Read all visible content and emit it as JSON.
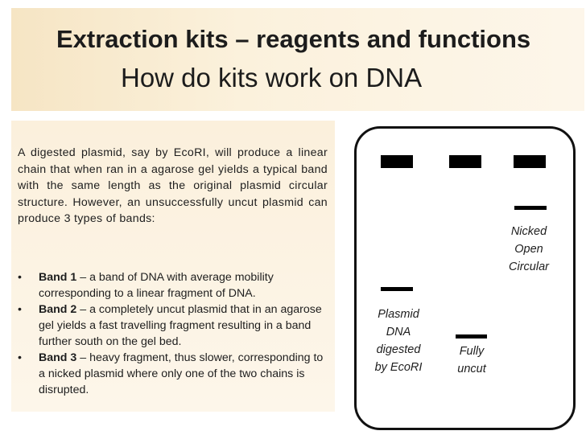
{
  "title": {
    "line1": "Extraction kits – reagents and functions",
    "line2": "How do kits work on DNA"
  },
  "intro": "A digested plasmid, say by EcoRI, will produce a linear chain that when ran in a agarose gel yields a typical band with the same length as the original plasmid circular structure. However, an unsuccessfully uncut plasmid can produce 3 types of bands:",
  "bullets": [
    {
      "bullet": "•",
      "label": "Band 1",
      "text": " – a band of DNA with average mobility corresponding to a linear fragment of DNA."
    },
    {
      "bullet": "•",
      "label": "Band 2",
      "text": " – a completely uncut plasmid that in an agarose gel yields a fast travelling fragment resulting in a band further south on the gel bed."
    },
    {
      "bullet": "•",
      "label": "Band 3",
      "text": " – heavy fragment, thus slower, corresponding to a nicked plasmid where only one of the two chains is disrupted."
    }
  ],
  "gel": {
    "lanes": [
      {
        "label_lines": [
          "Plasmid",
          "DNA",
          "digested",
          "by EcoRI"
        ]
      },
      {
        "label_lines": [
          "Fully",
          "uncut"
        ]
      },
      {
        "label_lines": [
          "Nicked",
          "Open",
          "Circular"
        ]
      }
    ]
  }
}
